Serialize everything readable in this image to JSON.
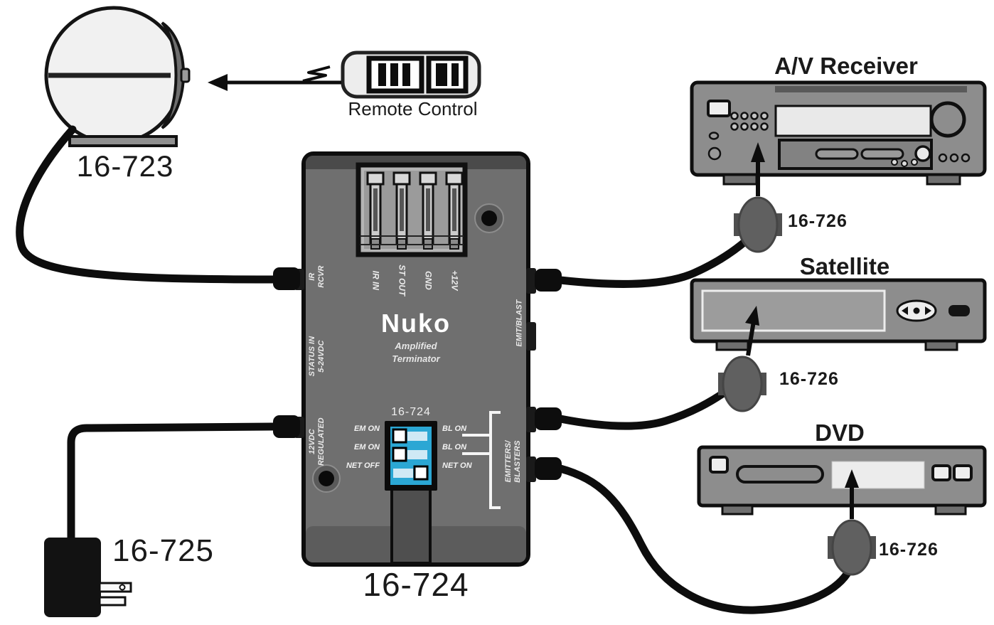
{
  "labels": {
    "ir_receiver_part": "16-723",
    "remote": "Remote Control",
    "unit_part_big": "16-724",
    "power_part": "16-725",
    "av_receiver": "A/V Receiver",
    "satellite": "Satellite",
    "dvd": "DVD",
    "emitter_part_av": "16-726",
    "emitter_part_sat": "16-726",
    "emitter_part_dvd": "16-726"
  },
  "unit": {
    "brand": "Nuko",
    "subtitle1": "Amplified",
    "subtitle2": "Terminator",
    "part_small": "16-724",
    "terminals": [
      "IR IN",
      "ST OUT",
      "GND",
      "+12V"
    ],
    "left_ports": [
      {
        "line1": "IR",
        "line2": "RCVR"
      },
      {
        "line1": "STATUS IN",
        "line2": "5-24VDC"
      },
      {
        "line1": "12VDC",
        "line2": "REGULATED"
      }
    ],
    "right_port_top": "EMIT/BLAST",
    "right_group": {
      "line1": "EMITTERS/",
      "line2": "BLASTERS"
    },
    "dip_left": [
      "EM ON",
      "EM ON",
      "NET OFF"
    ],
    "dip_right": [
      "BL ON",
      "BL ON",
      "NET ON"
    ]
  },
  "colors": {
    "unit_body": "#6f6f6f",
    "dip_blue": "#2ba7d4",
    "device_gray": "#8d8d8d"
  }
}
